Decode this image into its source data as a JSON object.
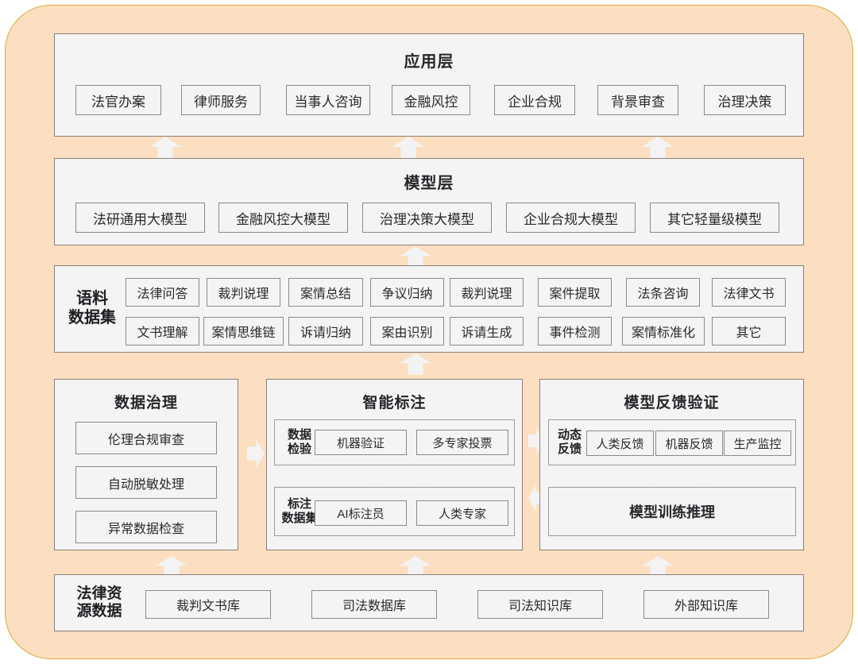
{
  "diagram": {
    "type": "layered-architecture",
    "theme": {
      "frame_fill": "#fcdfc0",
      "frame_border": "#d6a93a",
      "panel_fill": "#f4f4f5",
      "panel_border": "#8b7f78",
      "chip_border": "#8a8a8a",
      "arrow_fill": "#f3f3f3",
      "arrow_border": "#9d9d9d"
    }
  },
  "application_layer": {
    "title": "应用层",
    "items": [
      "法官办案",
      "律师服务",
      "当事人咨询",
      "金融风控",
      "企业合规",
      "背景审查",
      "治理决策"
    ]
  },
  "model_layer": {
    "title": "模型层",
    "items": [
      "法研通用大模型",
      "金融风控大模型",
      "治理决策大模型",
      "企业合规大模型",
      "其它轻量级模型"
    ]
  },
  "corpus_layer": {
    "label": "语料\n数据集",
    "row1": [
      "法律问答",
      "裁判说理",
      "案情总结",
      "争议归纳",
      "裁判说理",
      "案件提取",
      "法条咨询",
      "法律文书"
    ],
    "row2": [
      "文书理解",
      "案情思维链",
      "诉请归纳",
      "案由识别",
      "诉请生成",
      "事件检测",
      "案情标准化",
      "其它"
    ]
  },
  "pipeline_layer": {
    "data_governance": {
      "title": "数据治理",
      "items": [
        "伦理合规审查",
        "自动脱敏处理",
        "异常数据检查"
      ]
    },
    "smart_annotation": {
      "title": "智能标注",
      "groups": [
        {
          "label": "数据\n检验",
          "items": [
            "机器验证",
            "多专家投票"
          ]
        },
        {
          "label": "标注\n数据集",
          "items": [
            "AI标注员",
            "人类专家"
          ]
        }
      ]
    },
    "model_feedback": {
      "title": "模型反馈验证",
      "groups": [
        {
          "label": "动态\n反馈",
          "items": [
            "人类反馈",
            "机器反馈",
            "生产监控"
          ]
        }
      ],
      "training_box": "模型训练推理"
    }
  },
  "resource_layer": {
    "label": "法律资\n源数据",
    "items": [
      "裁判文书库",
      "司法数据库",
      "司法知识库",
      "外部知识库"
    ]
  }
}
